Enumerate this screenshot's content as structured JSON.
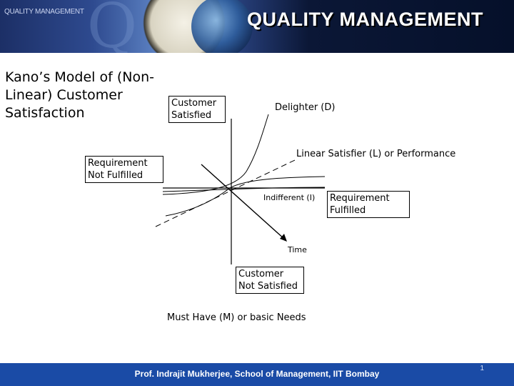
{
  "header": {
    "small_title": "QUALITY MANAGEMENT",
    "main_title": "QUALITY MANAGEMENT"
  },
  "slide": {
    "title": "Kano’s Model of (Non-Linear) Customer Satisfaction"
  },
  "diagram": {
    "customer_satisfied": "Customer Satisfied",
    "delighter": "Delighter (D)",
    "linear_satisfier": "Linear Satisfier (L) or Performance",
    "requirement_not_fulfilled": "Requirement Not Fulfilled",
    "indifferent": "Indifferent (I)",
    "requirement_fulfilled": "Requirement Fulfilled",
    "time": "Time",
    "customer_not_satisfied": "Customer Not Satisfied",
    "must_have": "Must Have (M) or basic Needs"
  },
  "footer": {
    "credit": "Prof. Indrajit Mukherjee, School of Management, IIT Bombay",
    "page_number": "1"
  }
}
